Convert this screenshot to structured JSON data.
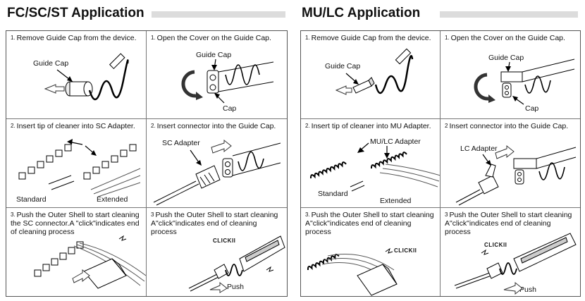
{
  "left": {
    "title": "FC/SC/ST Application",
    "cells": [
      {
        "num": "1.",
        "text": "Remove Guide Cap from the device.",
        "labels": [
          "Guide Cap"
        ]
      },
      {
        "num": "1.",
        "text": "Open the Cover on the Guide Cap.",
        "labels": [
          "Guide Cap",
          "Cap"
        ]
      },
      {
        "num": "2.",
        "text": "Insert tip of cleaner into SC Adapter.",
        "labels": [
          "Standard",
          "Extended"
        ]
      },
      {
        "num": "2.",
        "text": "Insert connector into the Guide Cap.",
        "labels": [
          "SC Adapter"
        ]
      },
      {
        "num": "3.",
        "text": "Push the Outer Shell to start cleaning the SC connector.A \"click\"indicates end of cleaning process",
        "labels": []
      },
      {
        "num": "3",
        "text": "Push the Outer Shell to start cleaning A\"click\"indicates end of cleaning process",
        "labels": [
          "CLICKII",
          "Push"
        ]
      }
    ]
  },
  "right": {
    "title": "MU/LC Application",
    "cells": [
      {
        "num": "1.",
        "text": "Remove Guide Cap from the device.",
        "labels": [
          "Guide Cap"
        ]
      },
      {
        "num": "1.",
        "text": "Open the Cover on the Guide Cap.",
        "labels": [
          "Guide Cap",
          "Cap"
        ]
      },
      {
        "num": "2.",
        "text": "Insert tip of cleaner into MU Adapter.",
        "labels": [
          "MU/LC Adapter",
          "Standard",
          "Extended"
        ]
      },
      {
        "num": "2",
        "text": "Insert connector into the Guide Cap.",
        "labels": [
          "LC Adapter"
        ]
      },
      {
        "num": "3.",
        "text": "Push the Outer Shell to start cleaning A\"click\"indicates end of cleaning process",
        "labels": [
          "CLICKII"
        ]
      },
      {
        "num": "3",
        "text": "Push the Outer Shell to start cleaning A\"click\"indicates end of cleaning process",
        "labels": [
          "CLICKII",
          "Push"
        ]
      }
    ]
  }
}
